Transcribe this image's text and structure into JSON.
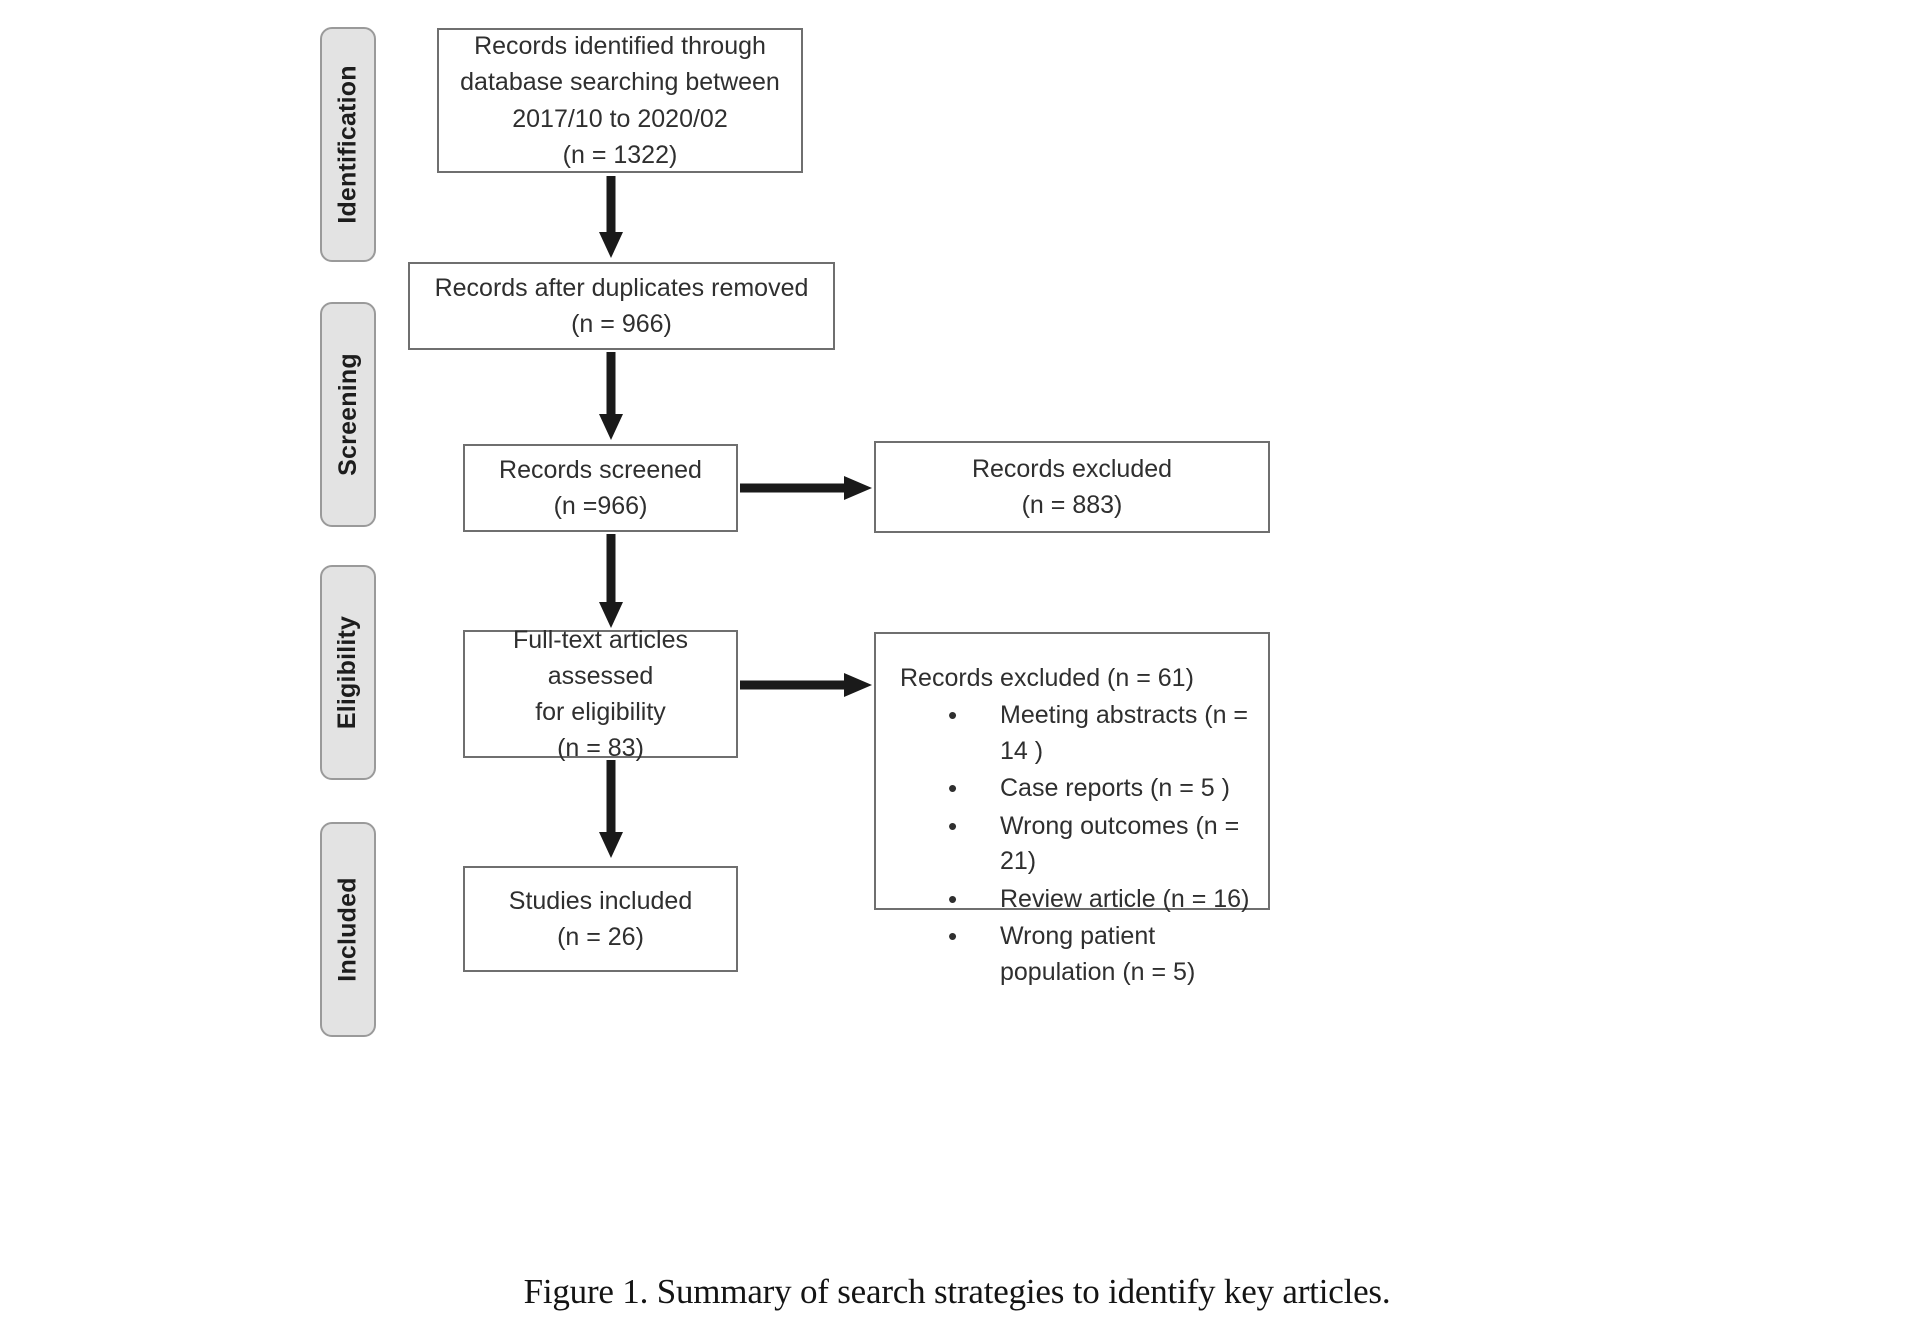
{
  "figure": {
    "caption": "Figure 1. Summary of search strategies to identify key articles.",
    "type": "prisma-flow-diagram"
  },
  "stages": [
    {
      "label": "Identification"
    },
    {
      "label": "Screening"
    },
    {
      "label": "Eligibility"
    },
    {
      "label": "Included"
    }
  ],
  "boxes": {
    "identified": "Records identified through\ndatabase searching between\n2017/10 to 2020/02\n(n = 1322)",
    "after_duplicates": "Records after duplicates removed\n(n = 966)",
    "screened": "Records screened\n(n =966)",
    "excluded_screened": "Records excluded\n(n = 883)",
    "fulltext": "Full-text articles assessed\nfor eligibility\n(n = 83)",
    "included": "Studies included\n(n = 26)"
  },
  "excluded_eligibility": {
    "heading": "Records excluded (n = 61)",
    "items": [
      "Meeting abstracts (n = 14 )",
      "Case reports (n = 5 )",
      "Wrong outcomes (n = 21)",
      "Review article (n = 16)",
      "Wrong patient population (n = 5)"
    ]
  },
  "chart_data": {
    "type": "diagram",
    "title": "PRISMA flow of study selection",
    "nodes": [
      {
        "id": "identified",
        "stage": "Identification",
        "label": "Records identified through database searching between 2017/10 to 2020/02",
        "n": 1322
      },
      {
        "id": "after_duplicates",
        "stage": "Identification",
        "label": "Records after duplicates removed",
        "n": 966
      },
      {
        "id": "screened",
        "stage": "Screening",
        "label": "Records screened",
        "n": 966
      },
      {
        "id": "excluded_screened",
        "stage": "Screening",
        "label": "Records excluded",
        "n": 883
      },
      {
        "id": "fulltext",
        "stage": "Eligibility",
        "label": "Full-text articles assessed for eligibility",
        "n": 83
      },
      {
        "id": "excluded_eligibility",
        "stage": "Eligibility",
        "label": "Records excluded",
        "n": 61,
        "breakdown": [
          {
            "reason": "Meeting abstracts",
            "n": 14
          },
          {
            "reason": "Case reports",
            "n": 5
          },
          {
            "reason": "Wrong outcomes",
            "n": 21
          },
          {
            "reason": "Review article",
            "n": 16
          },
          {
            "reason": "Wrong patient population",
            "n": 5
          }
        ]
      },
      {
        "id": "included",
        "stage": "Included",
        "label": "Studies included",
        "n": 26
      }
    ],
    "edges": [
      {
        "from": "identified",
        "to": "after_duplicates",
        "direction": "down"
      },
      {
        "from": "after_duplicates",
        "to": "screened",
        "direction": "down"
      },
      {
        "from": "screened",
        "to": "excluded_screened",
        "direction": "right"
      },
      {
        "from": "screened",
        "to": "fulltext",
        "direction": "down"
      },
      {
        "from": "fulltext",
        "to": "excluded_eligibility",
        "direction": "right"
      },
      {
        "from": "fulltext",
        "to": "included",
        "direction": "down"
      }
    ]
  },
  "colors": {
    "pill_fill": "#e3e3e3",
    "pill_border": "#9a9a9a",
    "box_border": "#6f6f6f",
    "text": "#2f2f2f",
    "arrow": "#1a1a1a"
  }
}
